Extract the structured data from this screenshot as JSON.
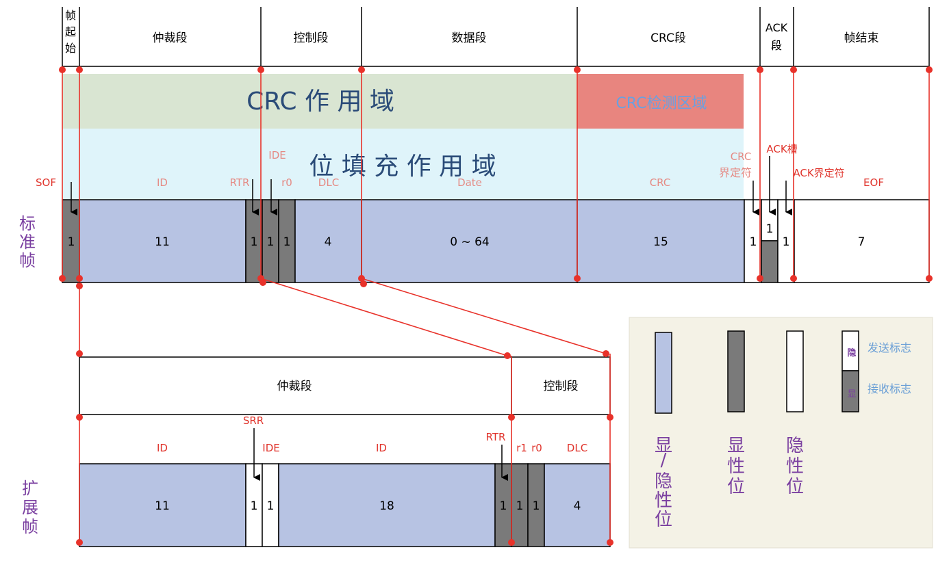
{
  "colors": {
    "blue_cell": "#b7c3e3",
    "gray_cell": "#7a7a7a",
    "white_cell": "#ffffff",
    "crc_scope_bg": "#d9e5d2",
    "stuff_scope_bg": "#dff4fa",
    "crc_check_bg": "#e8857f",
    "red_line": "#e8322a",
    "red_text": "#e0342c",
    "pink_text": "#e58a84",
    "purple_text": "#7a3fa0",
    "scope_title": "#2a4b78",
    "crc_check_text": "#6aa0e0",
    "legend_bg": "#f4f2e6",
    "legend_text": "#6a9fd6"
  },
  "standard": {
    "sections": [
      {
        "label": "仲裁段"
      },
      {
        "label": "控制段"
      },
      {
        "label": "数据段"
      },
      {
        "label": "CRC段"
      },
      {
        "label": "帧结束"
      }
    ],
    "sof_header": [
      "帧",
      "起",
      "始"
    ],
    "ack_header": [
      "ACK",
      "段"
    ],
    "crc_scope": "CRC 作 用 域",
    "crc_check": "CRC检测区域",
    "stuff_scope": "位 填 充 作 用 域",
    "field_labels": {
      "sof": "SOF",
      "id": "ID",
      "rtr": "RTR",
      "ide": "IDE",
      "r0": "r0",
      "dlc": "DLC",
      "date": "Date",
      "crc": "CRC",
      "crc_delim_1": "CRC",
      "crc_delim_2": "界定符",
      "ack_slot": "ACK槽",
      "ack_delim": "ACK界定符",
      "eof": "EOF"
    },
    "cells": [
      "1",
      "11",
      "1",
      "1",
      "1",
      "4",
      "0 ~ 64",
      "15",
      "1",
      "1",
      "1",
      "7"
    ],
    "row_title": [
      "标",
      "准",
      "帧"
    ]
  },
  "extended": {
    "sections": [
      {
        "label": "仲裁段"
      },
      {
        "label": "控制段"
      }
    ],
    "field_labels": {
      "id1": "ID",
      "srr": "SRR",
      "ide": "IDE",
      "id2": "ID",
      "rtr": "RTR",
      "r1": "r1",
      "r0": "r0",
      "dlc": "DLC"
    },
    "cells": [
      "11",
      "1",
      "1",
      "18",
      "1",
      "1",
      "1",
      "4"
    ],
    "row_title": [
      "扩",
      "展",
      "帧"
    ]
  },
  "legend": {
    "items": [
      {
        "label": [
          "显",
          "/",
          "隐",
          "性",
          "位"
        ]
      },
      {
        "label": [
          "显",
          "性",
          "位"
        ]
      },
      {
        "label": [
          "隐",
          "性",
          "位"
        ]
      }
    ],
    "flag_top_char": "隐",
    "flag_bottom_char": "显",
    "send_flag": "发送标志",
    "recv_flag": "接收标志"
  }
}
